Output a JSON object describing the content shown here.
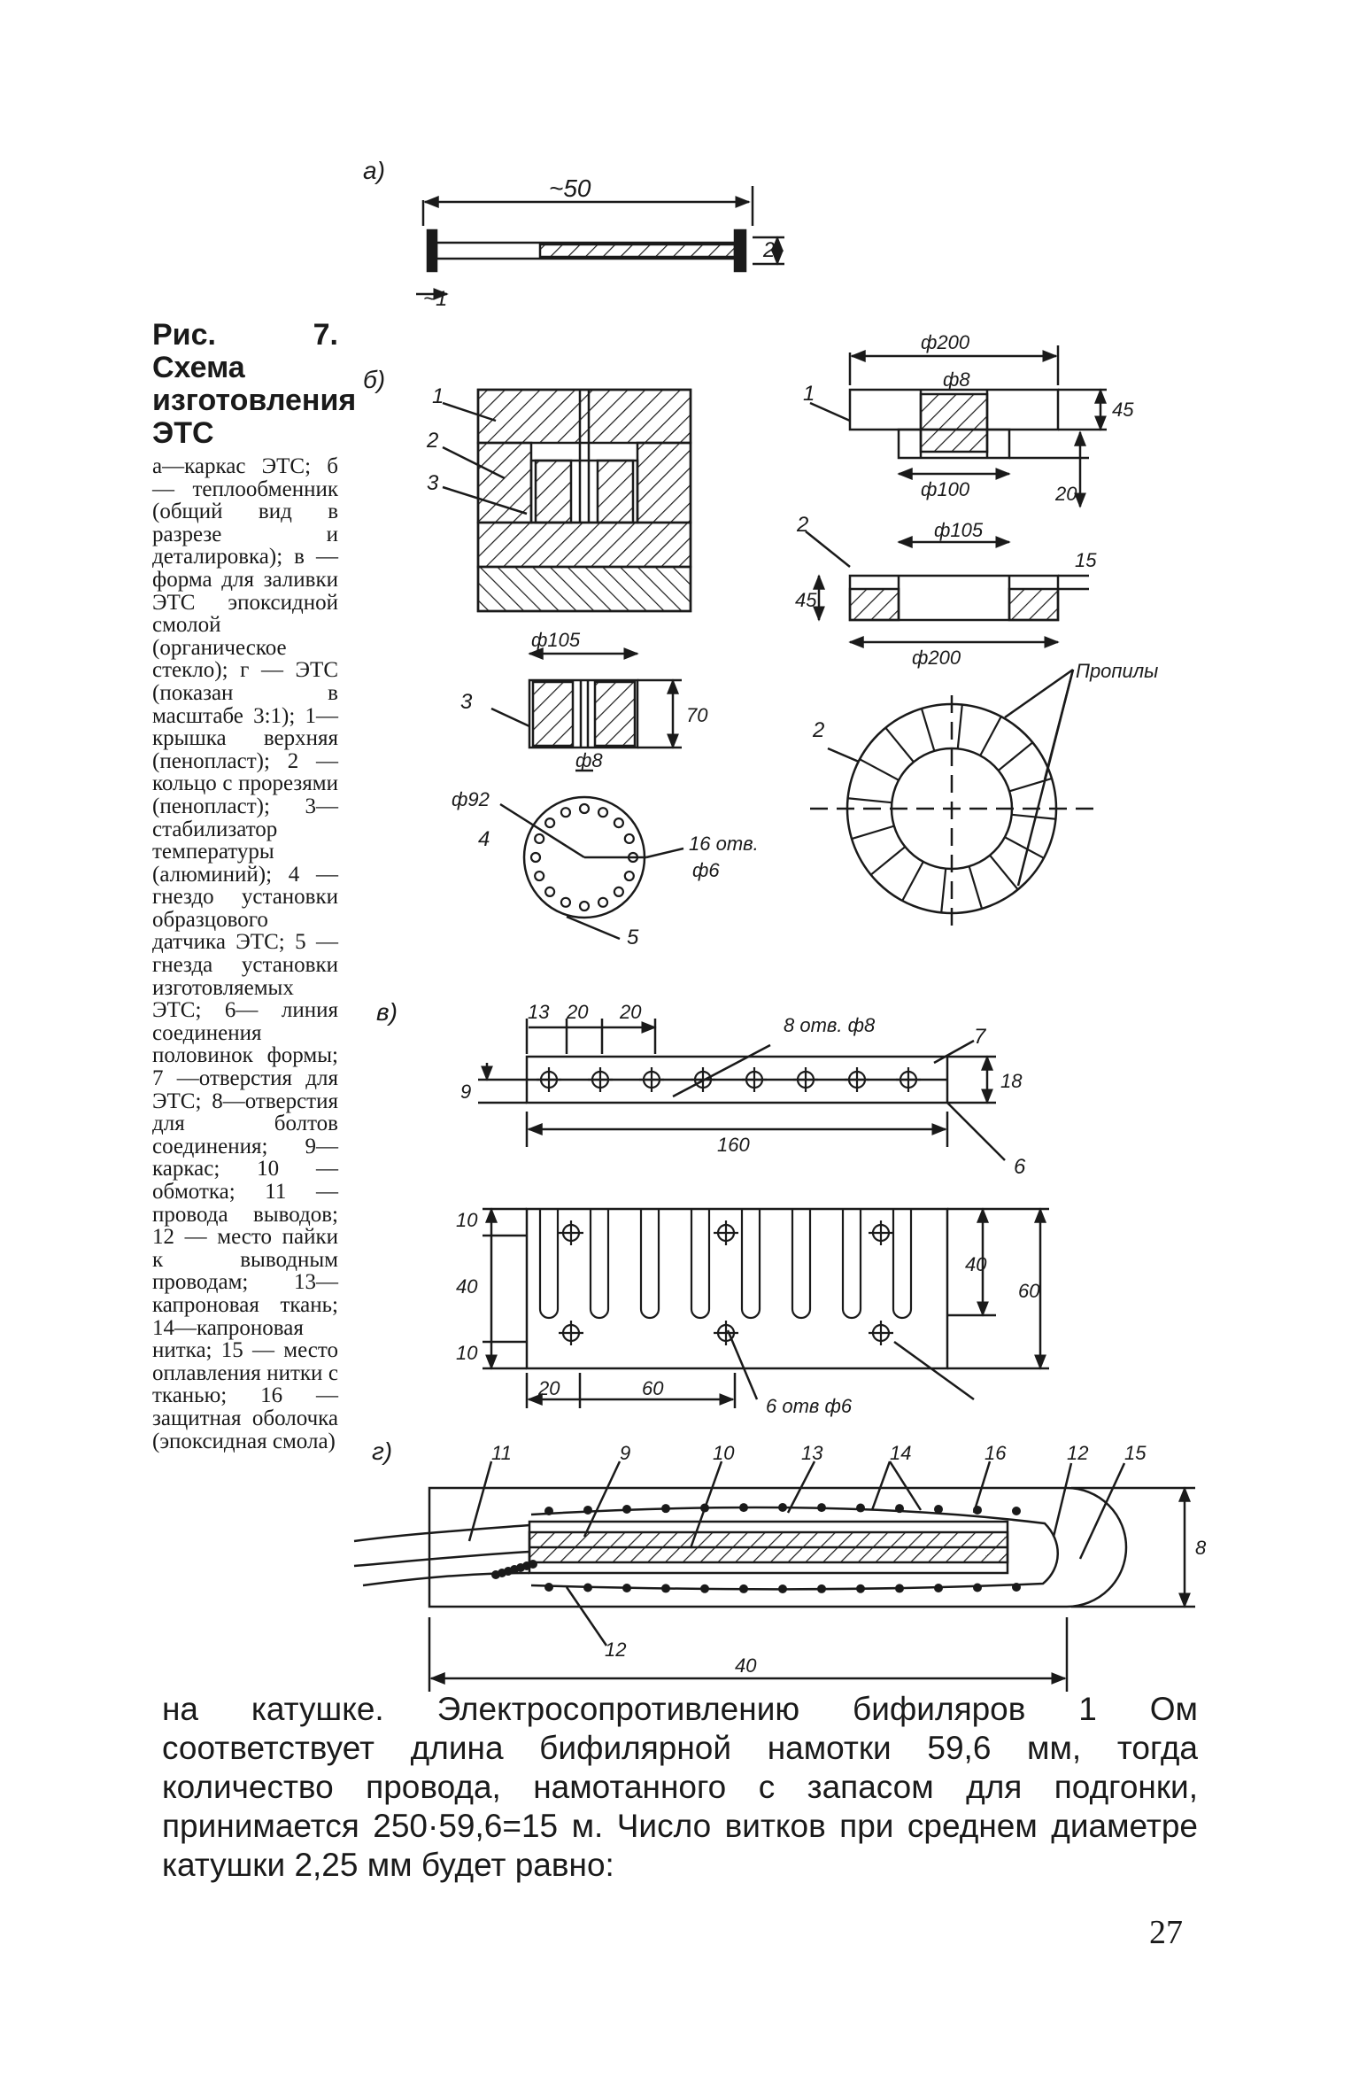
{
  "figure": {
    "title": "Рис. 7. Схема изготовления ЭТС",
    "legend": "а—каркас ЭТС; б — теплообменник (общий вид в разрезе и деталировка); в — форма для заливки ЭТС эпоксидной смолой (органическое стекло); г — ЭТС (показан в масштабе 3:1); 1—крышка верхняя (пенопласт); 2 — кольцо с прорезями (пенопласт); 3—стабилизатор температуры (алюминий); 4 — гнездо установки образцового датчика ЭТС; 5 — гнезда установки изготовляемых ЭТС; 6— линия соединения половинок формы; 7 —отверстия для ЭТС; 8—отверстия для болтов соединения; 9—каркас; 10 — обмотка; 11 — провода выводов; 12 — место пайки к выводным проводам; 13—капроновая ткань; 14—капроновая нитка; 15 — место оплавления нитки с тканью; 16 — защитная оболочка (эпоксидная смола)",
    "section_labels": [
      "а)",
      "б)",
      "в)",
      "г)"
    ],
    "a": {
      "dim_length": "~50",
      "dim_end": "~1",
      "dim_dia": "2"
    },
    "b_main": {
      "n1": "1",
      "n2": "2",
      "n3": "3"
    },
    "b_lid": {
      "dia_outer": "ф200",
      "dia_hole": "ф8",
      "dia_boss": "ф100",
      "h1": "45",
      "h2": "20",
      "n1": "1"
    },
    "b_ring": {
      "dia_inner": "ф105",
      "dia_outer": "ф200",
      "h": "45",
      "slot": "15",
      "n2": "2",
      "slots_label": "Пропилы"
    },
    "b_stab": {
      "dia": "ф105",
      "h": "70",
      "hole": "ф8",
      "n3": "3"
    },
    "b_circle": {
      "dia": "ф92",
      "n4": "4",
      "n5": "5",
      "holes_line1": "16 отв.",
      "holes_line2": "ф6"
    },
    "v_top": {
      "d1": "13",
      "d2": "20",
      "d3": "20",
      "holes_label": "8 отв. ф8",
      "n7": "7",
      "n6": "6",
      "h9": "9",
      "h18": "18",
      "len": "160"
    },
    "v_bottom": {
      "h10a": "10",
      "h40": "40",
      "h10b": "10",
      "h40r": "40",
      "h60": "60",
      "w20": "20",
      "w60": "60",
      "holes_label": "6 отв ф6"
    },
    "g": {
      "n11": "11",
      "n9": "9",
      "n10": "10",
      "n13": "13",
      "n14": "14",
      "n16": "16",
      "n12top": "12",
      "n15": "15",
      "n12": "12",
      "len": "40",
      "h": "8"
    }
  },
  "body_text": "на катушке. Электросопротивлению бифиляров 1 Ом соответствует длина бифилярной намотки 59,6 мм, тогда количество провода, намотанного с запасом для подгонки, принимается 250·59,6=15 м. Число витков при среднем диаметре катушки 2,25 мм будет равно:",
  "page_number": "27"
}
